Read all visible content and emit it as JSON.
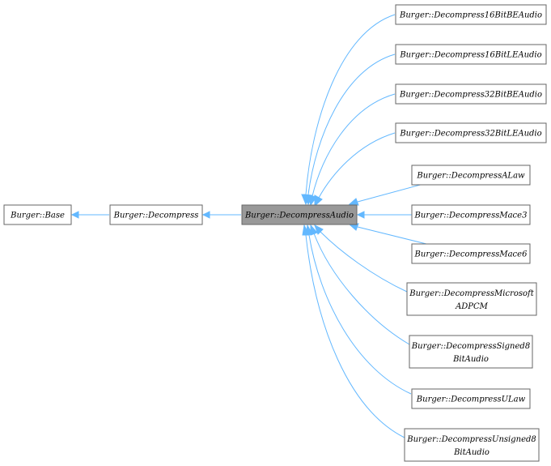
{
  "nodes": {
    "base": {
      "lines": [
        "Burger::Base"
      ]
    },
    "decompress": {
      "lines": [
        "Burger::Decompress"
      ]
    },
    "decompress_audio": {
      "lines": [
        "Burger::DecompressAudio"
      ]
    },
    "d16be": {
      "lines": [
        "Burger::Decompress16BitBEAudio"
      ]
    },
    "d16le": {
      "lines": [
        "Burger::Decompress16BitLEAudio"
      ]
    },
    "d32be": {
      "lines": [
        "Burger::Decompress32BitBEAudio"
      ]
    },
    "d32le": {
      "lines": [
        "Burger::Decompress32BitLEAudio"
      ]
    },
    "alaw": {
      "lines": [
        "Burger::DecompressALaw"
      ]
    },
    "mace3": {
      "lines": [
        "Burger::DecompressMace3"
      ]
    },
    "mace6": {
      "lines": [
        "Burger::DecompressMace6"
      ]
    },
    "msadpcm": {
      "lines": [
        "Burger::DecompressMicrosoft",
        "ADPCM"
      ]
    },
    "signed8": {
      "lines": [
        "Burger::DecompressSigned8",
        "BitAudio"
      ]
    },
    "ulaw": {
      "lines": [
        "Burger::DecompressULaw"
      ]
    },
    "unsigned8": {
      "lines": [
        "Burger::DecompressUnsigned8",
        "BitAudio"
      ]
    }
  },
  "colors": {
    "edge": "#63b8ff",
    "highlight_fill": "#999999",
    "node_border": "#666666"
  }
}
